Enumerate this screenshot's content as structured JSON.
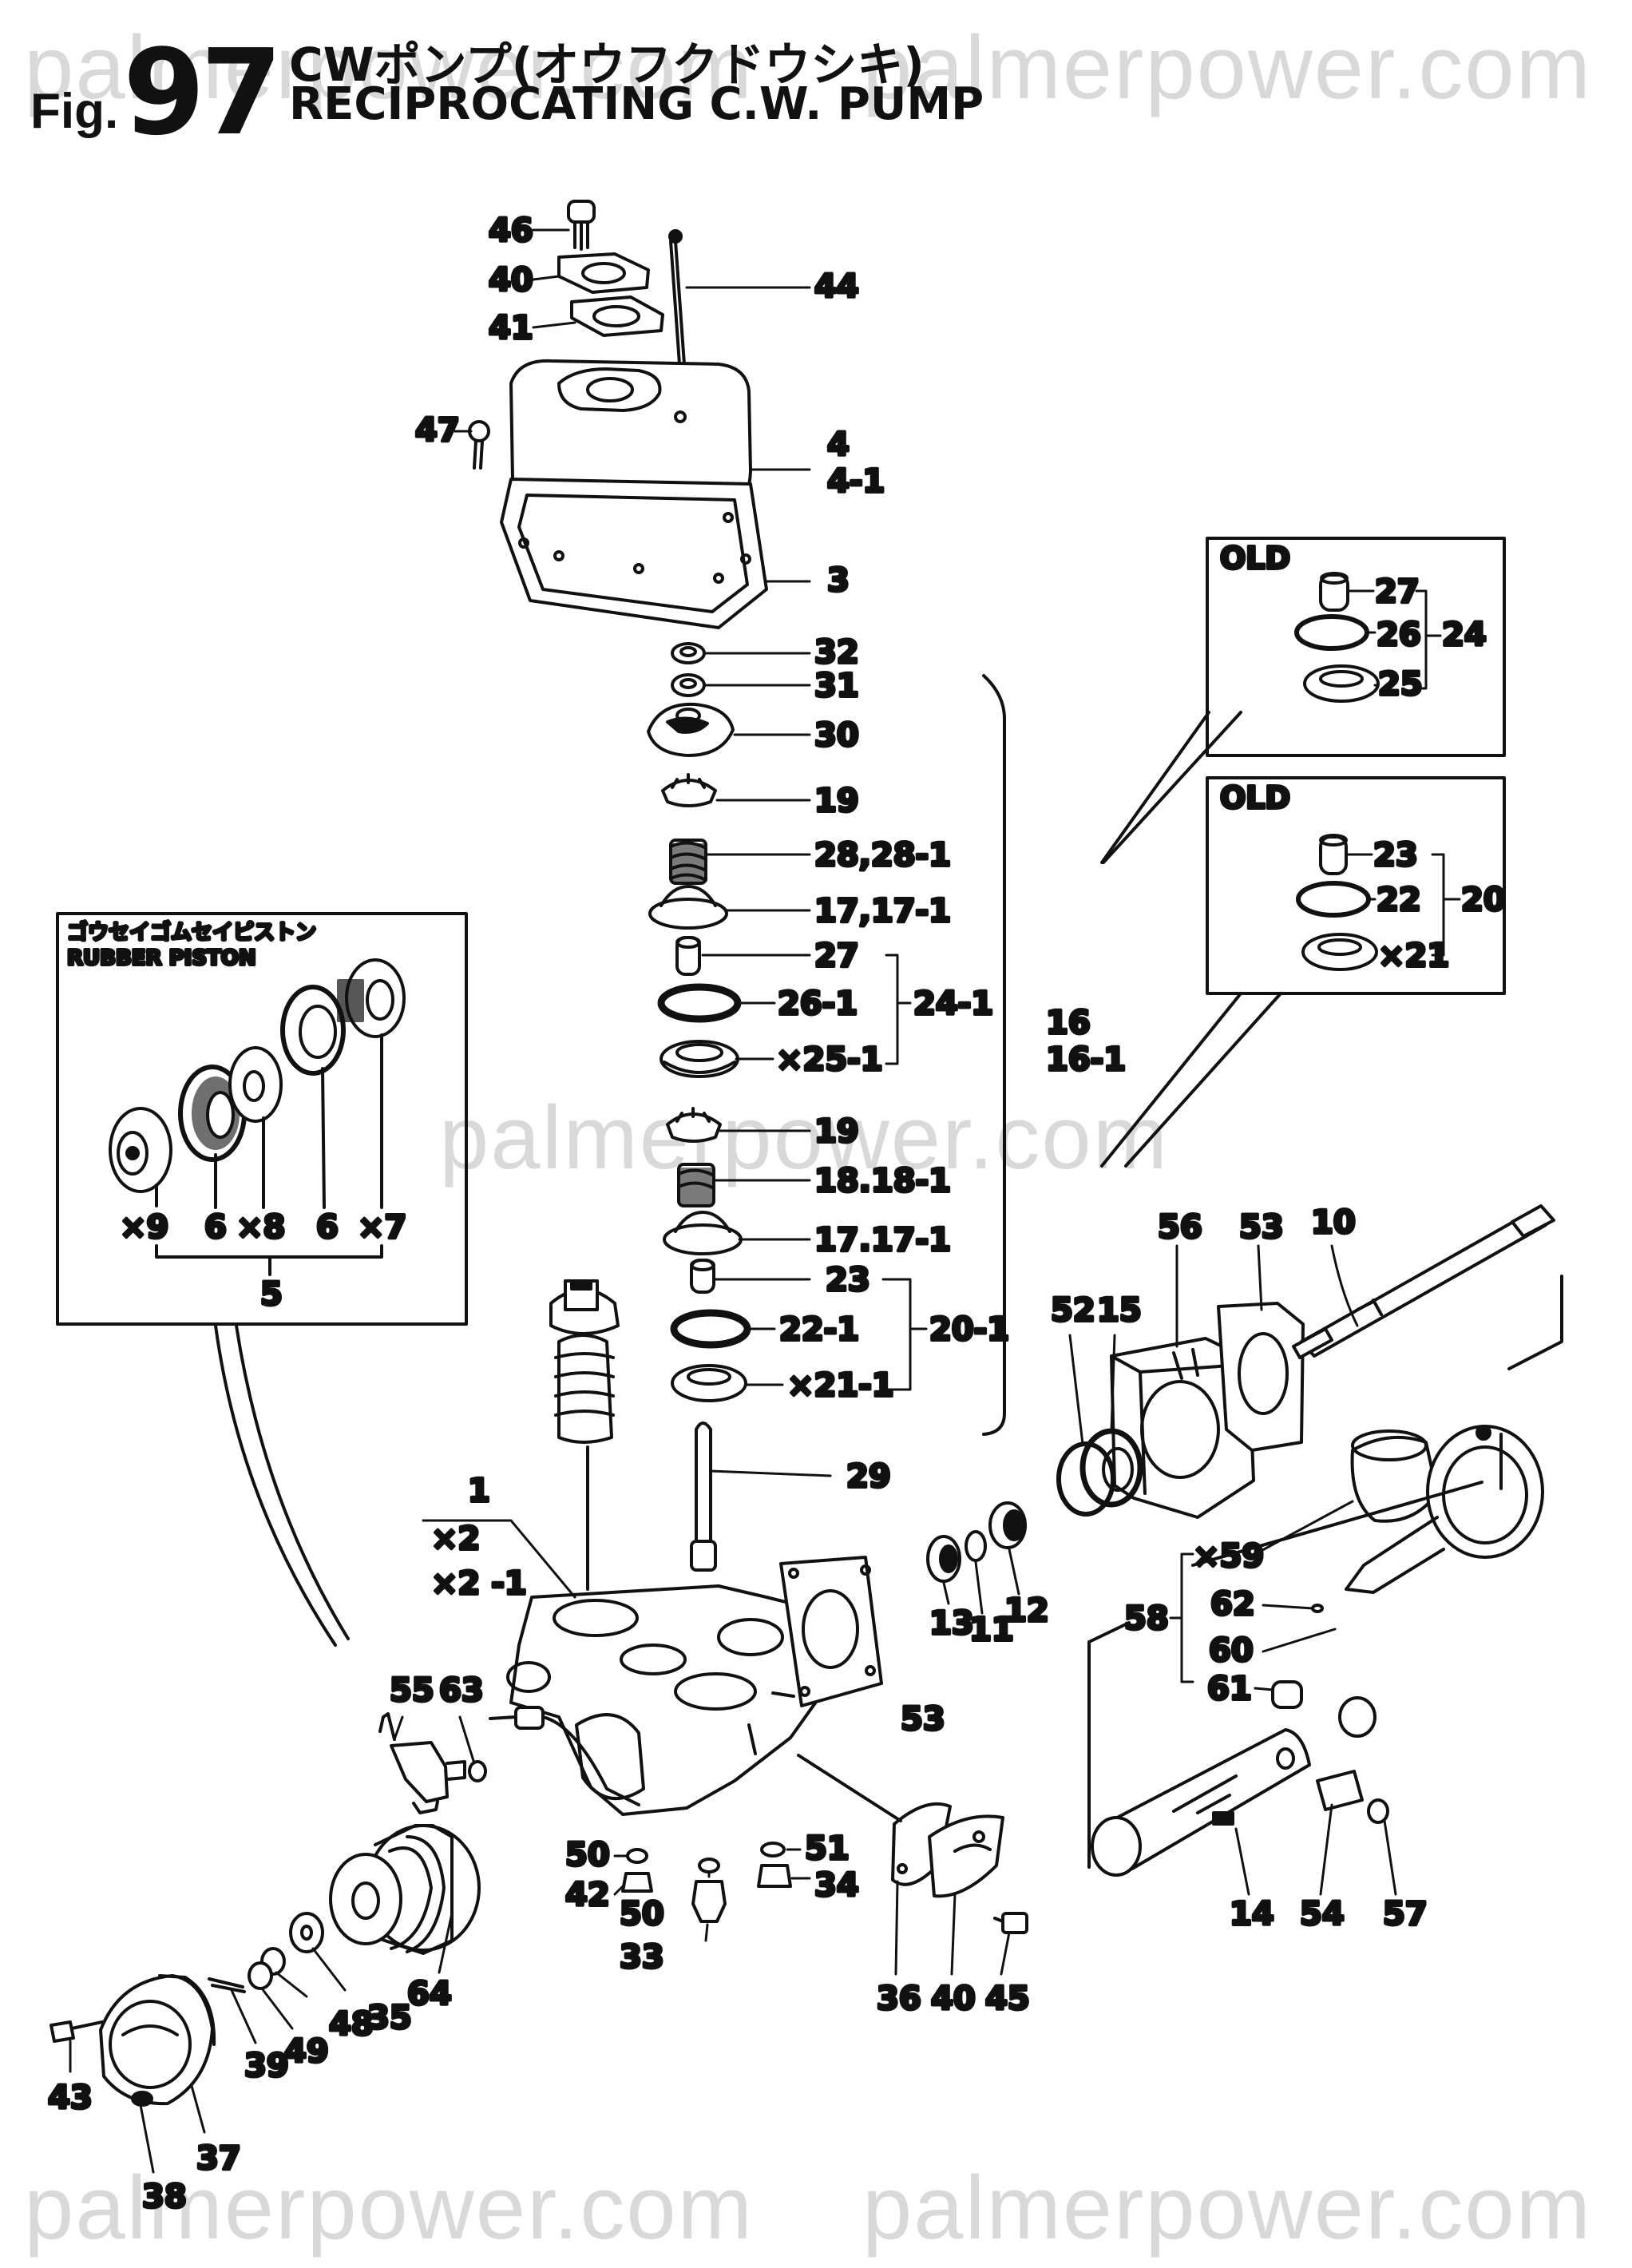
{
  "header": {
    "fig_prefix": "Fig.",
    "fig_number": "97",
    "title_jp": "CWポンプ(オウフクドウシキ)",
    "title_en": "RECIPROCATING C.W. PUMP"
  },
  "watermarks": [
    "palmerpower.com",
    "palmerpower.com",
    "palmerpower.com",
    "palmerpower.com",
    "palmerpower.com"
  ],
  "boxes": {
    "old_top": "OLD",
    "old_bottom": "OLD",
    "rubber_jp": "ゴウセイゴムセイピストン",
    "rubber_en": "RUBBER PISTON"
  },
  "labels": {
    "p46": "46",
    "p40a": "40",
    "p41": "41",
    "p44": "44",
    "p47": "47",
    "p4": "4",
    "p4_1": "4-1",
    "p3": "3",
    "p32": "32",
    "p31": "31",
    "p30": "30",
    "p19a": "19",
    "p28": "28,28-1",
    "p17a": "17,17-1",
    "p27a": "27",
    "p26_1": "26-1",
    "p24_1": "24-1",
    "p25_1": "×25-1",
    "p16": "16",
    "p16_1": "16-1",
    "p19b": "19",
    "p18": "18.18-1",
    "p17b": "17.17-1",
    "p23a": "23",
    "p22_1": "22-1",
    "p20_1": "20-1",
    "p21_1": "×21-1",
    "p29": "29",
    "old1_27": "27",
    "old1_26": "26",
    "old1_24": "24",
    "old1_25": "25",
    "old2_23": "23",
    "old2_22": "22",
    "old2_20": "20",
    "old2_21": "×21",
    "rp_9": "×9",
    "rp_6a": "6",
    "rp_8": "×8",
    "rp_6b": "6",
    "rp_7": "×7",
    "rp_5": "5",
    "p1": "1",
    "p2": "×2",
    "p2_1": "×2 -1",
    "p56": "56",
    "p53a": "53",
    "p10": "10",
    "p52": "52",
    "p15": "15",
    "p13": "13",
    "p11": "11",
    "p12": "12",
    "p59": "×59",
    "p62": "62",
    "p60": "60",
    "p58": "58",
    "p61": "61",
    "p53b": "53",
    "p55": "55",
    "p63": "63",
    "p14": "14",
    "p54": "54",
    "p57": "57",
    "p50a": "50",
    "p42": "42",
    "p50b": "50",
    "p33": "33",
    "p51": "51",
    "p34": "34",
    "p36": "36",
    "p40b": "40",
    "p45": "45",
    "p43": "43",
    "p38": "38",
    "p37": "37",
    "p39": "39",
    "p49": "49",
    "p48": "48",
    "p35": "35",
    "p64": "64"
  }
}
